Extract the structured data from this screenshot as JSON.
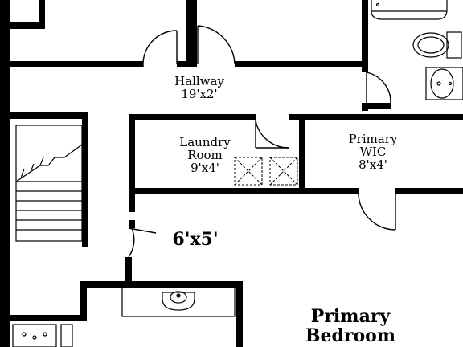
{
  "plan": {
    "wall_color": "#000000",
    "fixture_color": "#000000",
    "background_color": "#ffffff"
  },
  "rooms": {
    "hallway": {
      "name": "Hallway",
      "dims": "19'x2'"
    },
    "laundry": {
      "name_line1": "Laundry",
      "name_line2": "Room",
      "dims": "9'x4'"
    },
    "primary_wic": {
      "name_line1": "Primary",
      "name_line2": "WIC",
      "dims": "8'x4'"
    },
    "small_room": {
      "dims": "6'x5'"
    },
    "primary_bedroom": {
      "name_line1": "Primary",
      "name_line2": "Bedroom"
    }
  },
  "icons": {
    "stairs": "stairs-icon",
    "washer": "washer-icon",
    "dryer": "dryer-icon",
    "sink": "sink-icon",
    "toilet": "toilet-icon",
    "bathtub": "bathtub-icon"
  }
}
